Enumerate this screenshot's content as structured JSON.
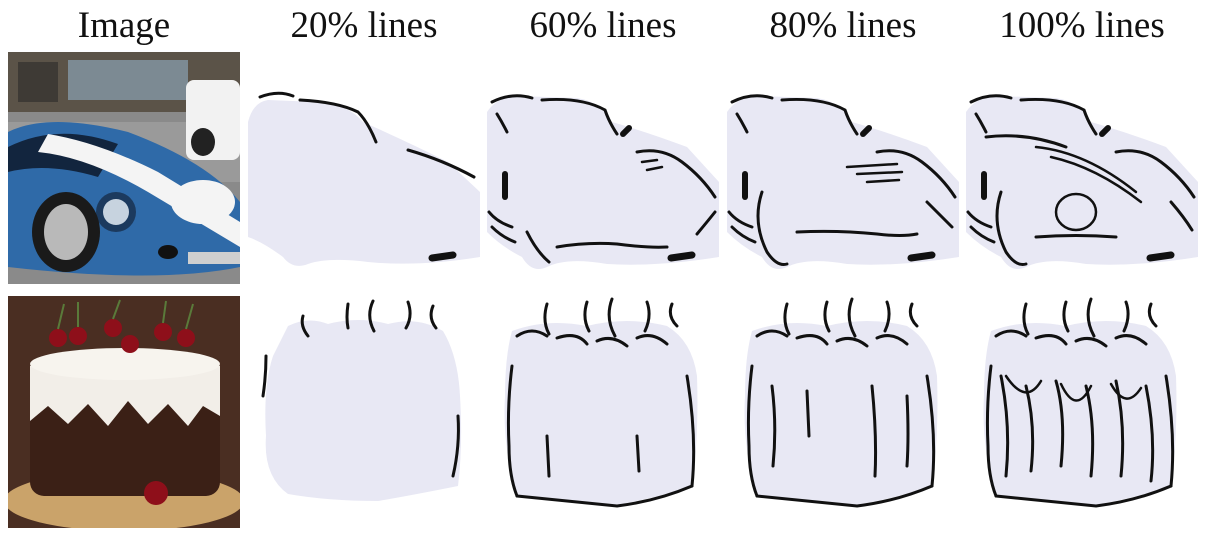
{
  "headers": [
    "Image",
    "20% lines",
    "60% lines",
    "80% lines",
    "100% lines"
  ],
  "rows": [
    {
      "subject": "blue sports car with white racing stripes"
    },
    {
      "subject": "black forest cake with cherries"
    }
  ],
  "colors": {
    "mask": "#e8e8f4",
    "stroke": "#111111",
    "car_blue": "#2f6aa8",
    "cake_brown": "#3b2016",
    "cherry": "#8e0f1a"
  }
}
